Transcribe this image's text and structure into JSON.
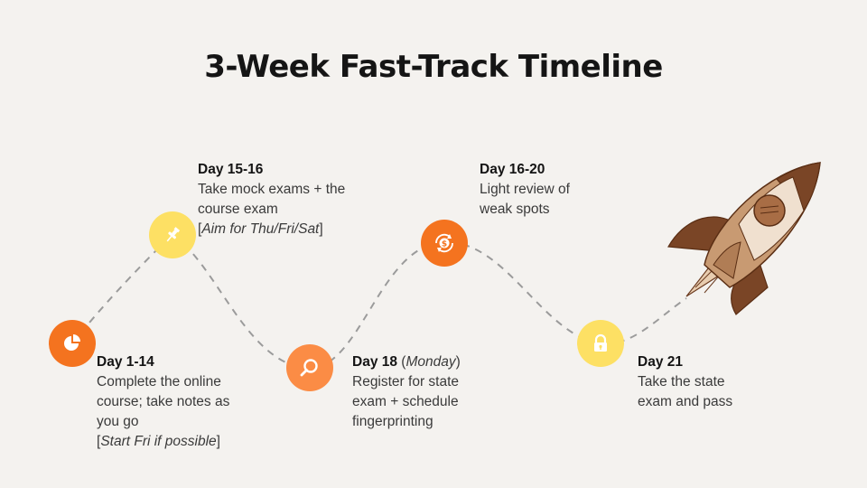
{
  "title": "3-Week Fast-Track Timeline",
  "colors": {
    "background": "#f4f2ef",
    "orange": "#f4731f",
    "light_orange": "#fb8c45",
    "yellow": "#fde064",
    "path": "#9b9b9b"
  },
  "milestones": [
    {
      "day": "Day 1-14",
      "line1": "Complete the online",
      "line2": "course; take notes as",
      "line3": "you go",
      "note_open": "[",
      "note": "Start Fri if possible",
      "note_close": "]",
      "icon": "pie-chart-icon"
    },
    {
      "day": "Day 15-16",
      "line1": "Take mock exams + the",
      "line2": "course exam",
      "note_open": "[",
      "note": "Aim for Thu/Fri/Sat",
      "note_close": "]",
      "icon": "pin-icon"
    },
    {
      "day": "Day 18",
      "day_suffix_open": " (",
      "day_suffix": "Monday",
      "day_suffix_close": ")",
      "line1": "Register for state",
      "line2": "exam + schedule",
      "line3": "fingerprinting",
      "icon": "search-icon"
    },
    {
      "day": "Day 16-20",
      "line1": "Light review of",
      "line2": "weak spots",
      "icon": "money-cycle-icon"
    },
    {
      "day": "Day 21",
      "line1": "Take the state",
      "line2": "exam and pass",
      "icon": "lock-icon"
    }
  ]
}
